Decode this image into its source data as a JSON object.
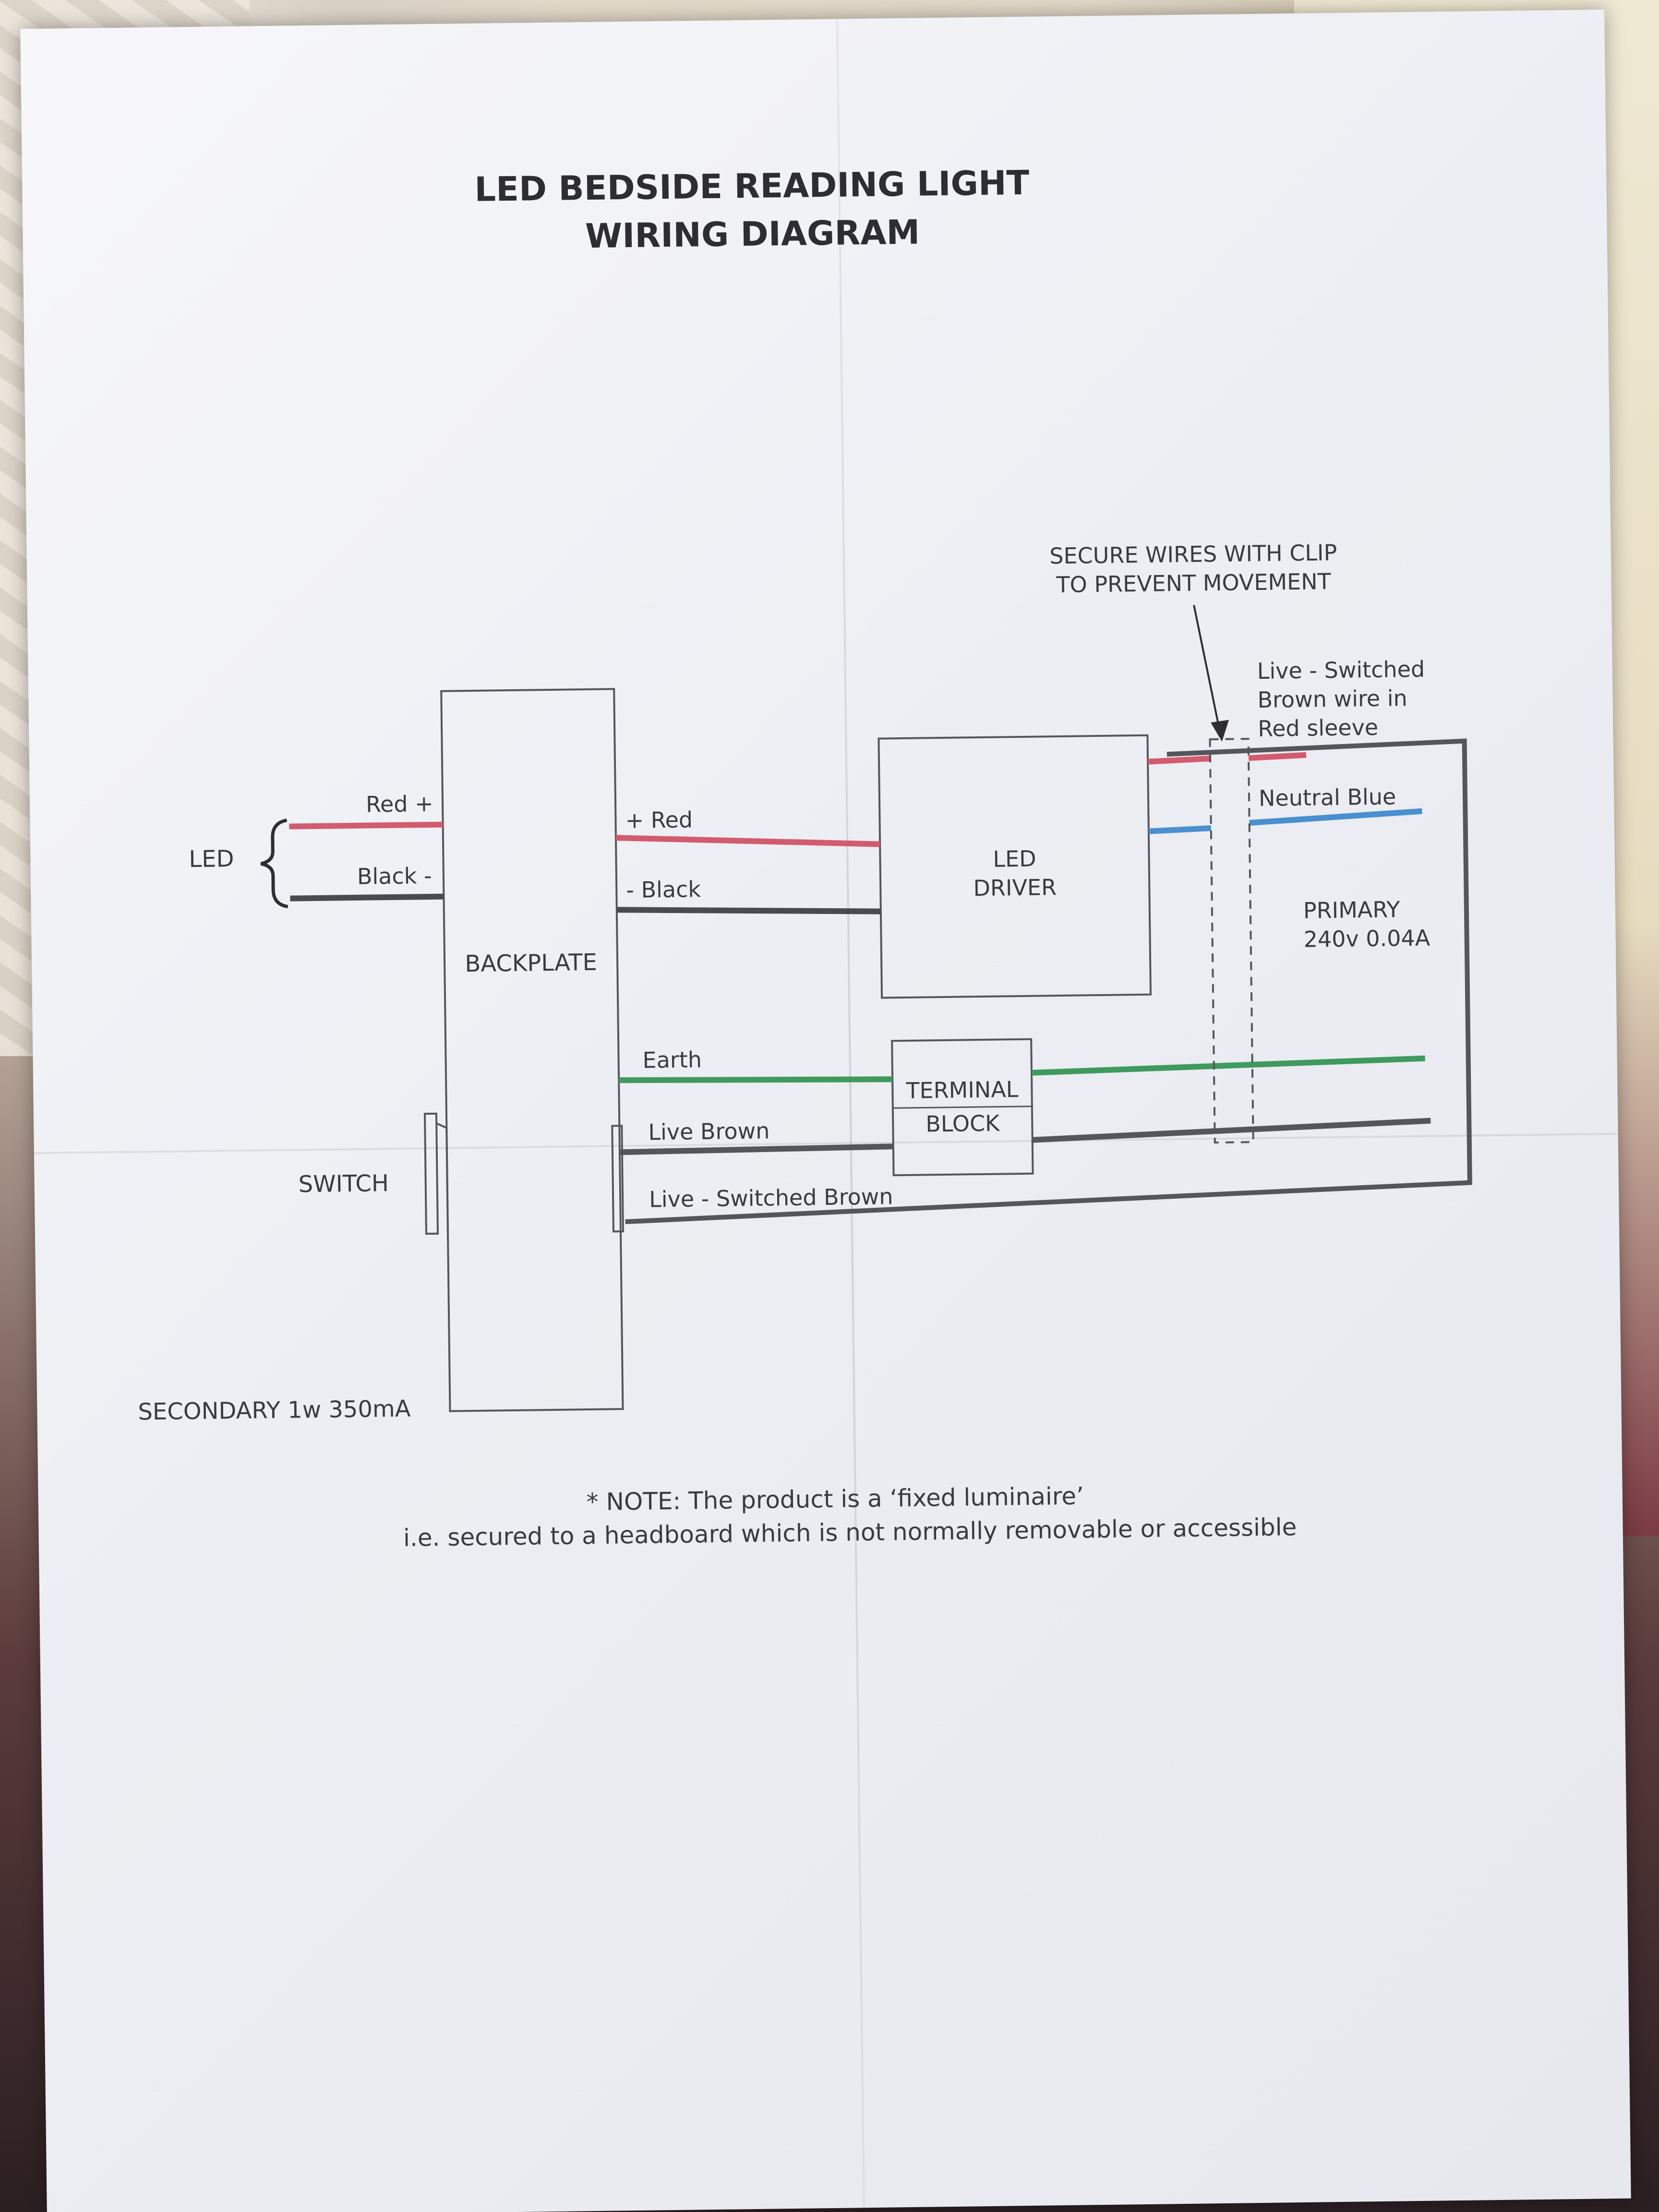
{
  "title": {
    "line1": "LED BEDSIDE READING LIGHT",
    "line2": "WIRING DIAGRAM"
  },
  "labels": {
    "led": "LED",
    "red_plus": "Red +",
    "black_minus": "Black -",
    "backplate": "BACKPLATE",
    "switch": "SWITCH",
    "secondary": "SECONDARY 1w 350mA",
    "plus_red": "+ Red",
    "minus_black": "- Black",
    "earth": "Earth",
    "live_brown": "Live Brown",
    "live_switched_brown": "Live - Switched Brown",
    "led_driver_1": "LED",
    "led_driver_2": "DRIVER",
    "terminal_1": "TERMINAL",
    "terminal_2": "BLOCK",
    "secure_1": "SECURE WIRES WITH CLIP",
    "secure_2": "TO PREVENT MOVEMENT",
    "live_sw_1": "Live - Switched",
    "live_sw_2": "Brown wire in",
    "live_sw_3": "Red sleeve",
    "neutral_blue": "Neutral Blue",
    "primary_1": "PRIMARY",
    "primary_2": "240v 0.04A"
  },
  "note": {
    "line1": "* NOTE: The product is a ‘fixed luminaire’",
    "line2": "i.e. secured to a headboard which is not normally removable or accessible"
  },
  "colors": {
    "red_wire": "#d35b6e",
    "black_wire": "#4a4a4f",
    "blue_wire": "#4a8fcf",
    "green_wire": "#3f9a5e",
    "outline": "#55555c"
  }
}
